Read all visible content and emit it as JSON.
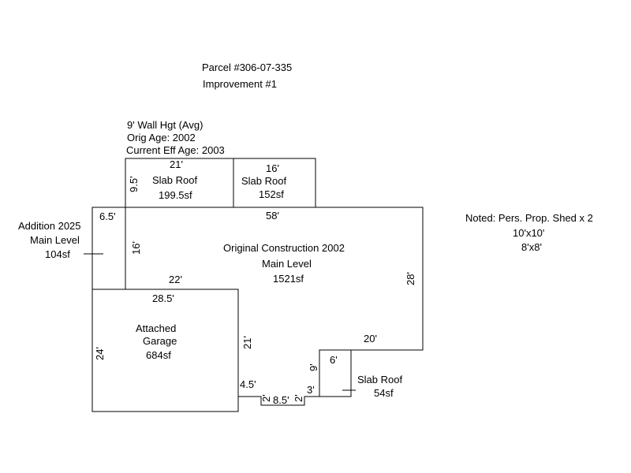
{
  "header": {
    "parcel": "Parcel #306-07-335",
    "improvement": "Improvement #1"
  },
  "info": {
    "wall_height": "9' Wall Hgt (Avg)",
    "orig_age": "Orig Age: 2002",
    "current_eff_age": "Current Eff Age: 2003"
  },
  "note": {
    "title": "Noted: Pers. Prop. Shed x 2",
    "size_1": "10'x10'",
    "size_2": "8'x8'"
  },
  "areas": {
    "slab_roof_1": {
      "name": "Slab Roof",
      "area": "199.5sf"
    },
    "slab_roof_2": {
      "name": "Slab Roof",
      "area": "152sf"
    },
    "original": {
      "name": "Original Construction 2002",
      "level": "Main Level",
      "area": "1521sf"
    },
    "addition": {
      "name": "Addition 2025",
      "level": "Main Level",
      "area": "104sf"
    },
    "garage": {
      "name_line1": "Attached",
      "name_line2": "Garage",
      "area": "684sf"
    },
    "slab_roof_3": {
      "name": "Slab Roof",
      "area": "54sf"
    }
  },
  "dimensions": {
    "slab1_width": "21'",
    "slab1_depth": "9.5'",
    "slab2_width": "16'",
    "main_width": "58'",
    "addition_width": "6.5'",
    "addition_depth": "16'",
    "main_depth": "28'",
    "main_inner_width": "22'",
    "garage_width": "28.5'",
    "garage_depth": "24'",
    "garage_right": "21'",
    "main_lower_width": "20'",
    "slab3_depth": "9'",
    "slab3_width": "6'",
    "notch_4_5": "4.5'",
    "notch_2a": "2'",
    "notch_8_5": "8.5'",
    "notch_2b": "2'",
    "notch_3": "3'"
  }
}
